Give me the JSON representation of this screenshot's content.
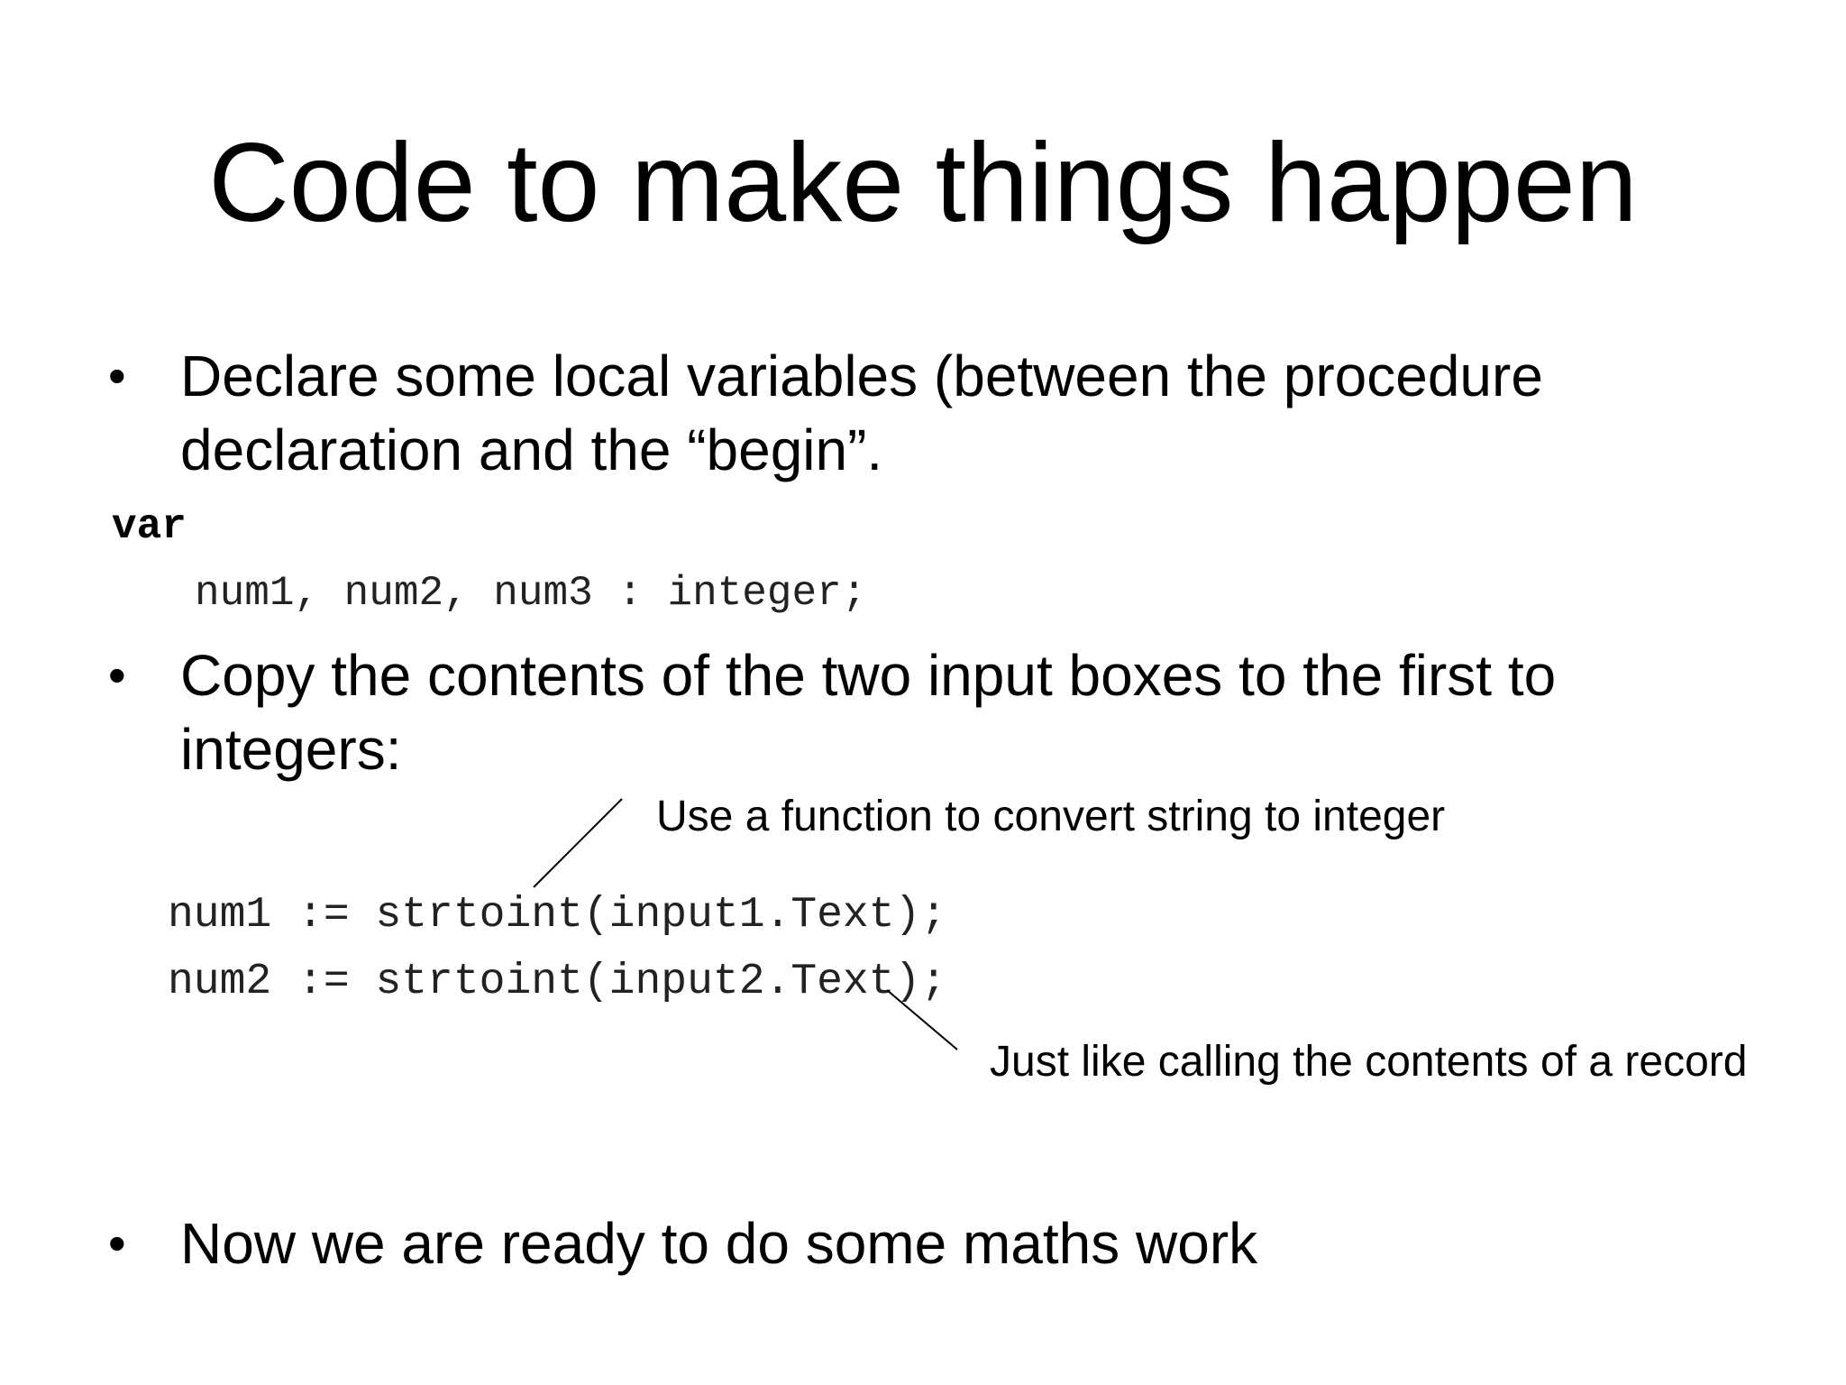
{
  "slide": {
    "title": "Code to make things happen",
    "bullets": [
      {
        "symbol": "•",
        "text": "Declare some local variables (between the procedure declaration and the “begin”."
      },
      {
        "symbol": "•",
        "text": "Copy the contents of the two input boxes to the first to integers:"
      },
      {
        "symbol": "•",
        "text": "Now we are ready to do some maths work"
      }
    ],
    "code": {
      "var_keyword": "var",
      "declaration": "num1, num2, num3 : integer;",
      "line1": "num1 := strtoint(input1.Text);",
      "line2": "num2 := strtoint(input2.Text);"
    },
    "annotations": {
      "function_note": "Use a function to convert string to integer",
      "record_note": "Just like calling the contents of a record"
    }
  }
}
